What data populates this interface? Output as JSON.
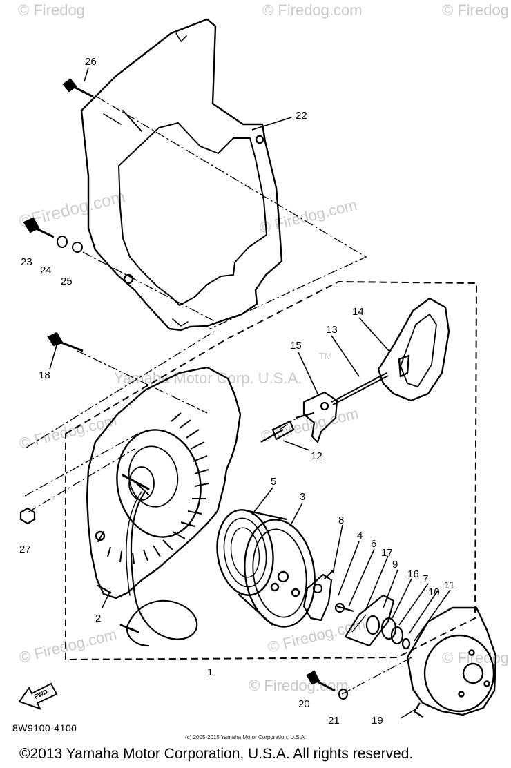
{
  "watermarks": {
    "top_left": "© Firedog",
    "top_mid": "© Firedog.com",
    "top_right": "© Firedog",
    "left_cover": "©Firedog.com",
    "mid_cover": "© Firedog.com",
    "center": "Yamaha Motor Corp. U.S.A.",
    "mid_right": "© Firedog.com",
    "left_lower": "© Firedog.com",
    "right_lower": "© Firedog.com",
    "bottom_left": "© Firedog.com",
    "bottom_mid": "© Firedog.com",
    "bottom_right": "© Firedog",
    "tm": "TM"
  },
  "callouts": [
    "26",
    "22",
    "23",
    "24",
    "25",
    "18",
    "15",
    "13",
    "14",
    "12",
    "5",
    "3",
    "8",
    "4",
    "6",
    "17",
    "9",
    "16",
    "7",
    "10",
    "11",
    "27",
    "2",
    "1",
    "20",
    "21",
    "19"
  ],
  "fwd_label": "FWD",
  "diagram_code": "8W9100-4100",
  "small_copyright": "(c) 2005-2015 Yamaha Motor Corporation, U.S.A.",
  "footer_copyright": "©2013 Yamaha Motor Corporation, U.S.A. All rights reserved."
}
